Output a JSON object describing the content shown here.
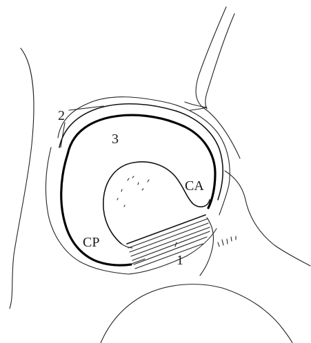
{
  "labels": {
    "two": "2",
    "three": "3",
    "ca": "CA",
    "cp": "CP",
    "one": "1"
  },
  "colors": {
    "ink": "#000000",
    "paper": "#ffffff"
  }
}
